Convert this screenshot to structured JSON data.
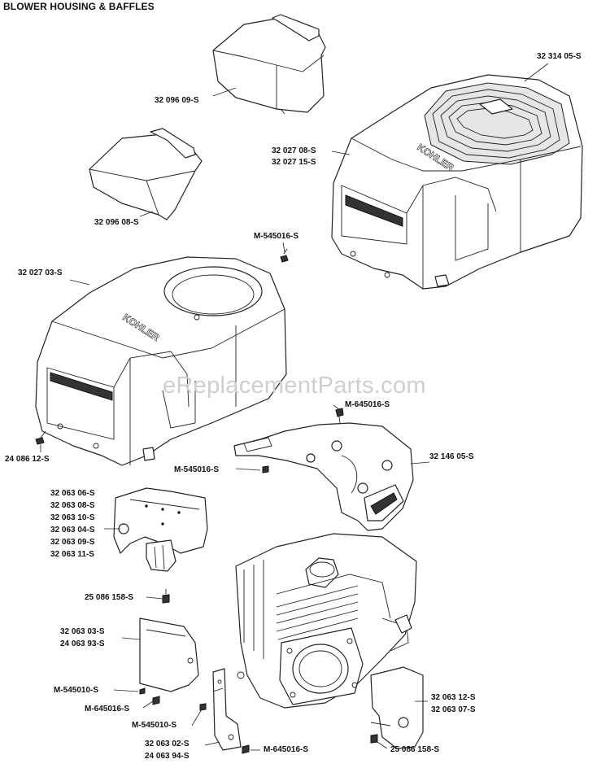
{
  "title": "BLOWER HOUSING & BAFFLES",
  "watermark": "eReplacementParts.com",
  "labels": {
    "l_3209609": "32 096 09-S",
    "l_3209608": "32 096 08-S",
    "l_3231405": "32 314 05-S",
    "l_3202708": "32 027 08-S",
    "l_3202715": "32 027 15-S",
    "l_m545016_a": "M-545016-S",
    "l_3202703": "32 027 03-S",
    "l_m645016_a": "M-645016-S",
    "l_2408612": "24 086 12-S",
    "l_m545016_b": "M-545016-S",
    "l_3214605": "32 146 05-S",
    "l_3206306": "32 063 06-S",
    "l_3206308": "32 063 08-S",
    "l_3206310": "32 063 10-S",
    "l_3206304": "32 063 04-S",
    "l_3206309": "32 063 09-S",
    "l_3206311": "32 063 11-S",
    "l_25086158_a": "25 086 158-S",
    "l_3206303": "32 063 03-S",
    "l_2406393": "24 063 93-S",
    "l_m545010_a": "M-545010-S",
    "l_m645016_b": "M-645016-S",
    "l_m545010_b": "M-545010-S",
    "l_3206302": "32 063 02-S",
    "l_2406394": "24 063 94-S",
    "l_m645016_c": "M-645016-S",
    "l_3206312": "32 063 12-S",
    "l_3206307": "32 063 07-S",
    "l_25086158_b": "25 086 158-S"
  },
  "brand_marks": [
    "KOHLER",
    "KOHLER"
  ]
}
